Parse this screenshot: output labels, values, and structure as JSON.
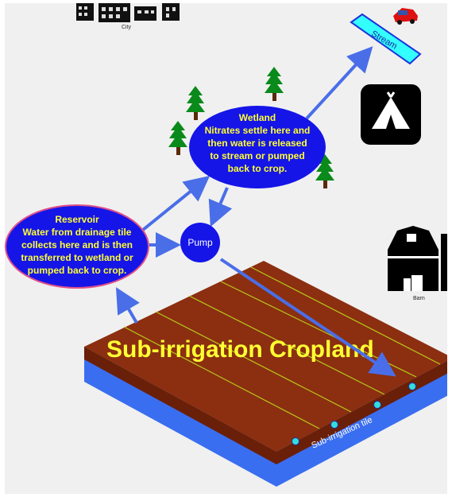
{
  "diagram": {
    "city_label": "City",
    "stream_label": "Stream",
    "barn_label": "Barn",
    "pump_label": "Pump",
    "tile_label": "Sub-irrigation tile",
    "cropland_title": "Sub-irrigation Cropland",
    "wetland": {
      "title": "Wetland",
      "lines": [
        "Nitrates settle here and",
        "then water is released",
        "to stream or pumped",
        "back to crop."
      ]
    },
    "reservoir": {
      "title": "Reservoir",
      "lines": [
        "Water from drainage tile",
        "collects here and is then",
        "transferred to wetland or",
        "pumped back to crop."
      ]
    },
    "colors": {
      "node_fill": "#1515e8",
      "node_text": "#ffff66",
      "arrow": "#4a6ee8",
      "soil_top": "#8b2f10",
      "soil_side": "#6a1f08",
      "water": "#3a6ef0",
      "stream": "#33ffff",
      "tile_dot": "#33dddd",
      "title_text": "#ffff22"
    },
    "icons": [
      "city-skyline-icon",
      "car-icon",
      "stream-icon",
      "camping-tent-icon",
      "barn-icon",
      "tree-icon"
    ]
  }
}
